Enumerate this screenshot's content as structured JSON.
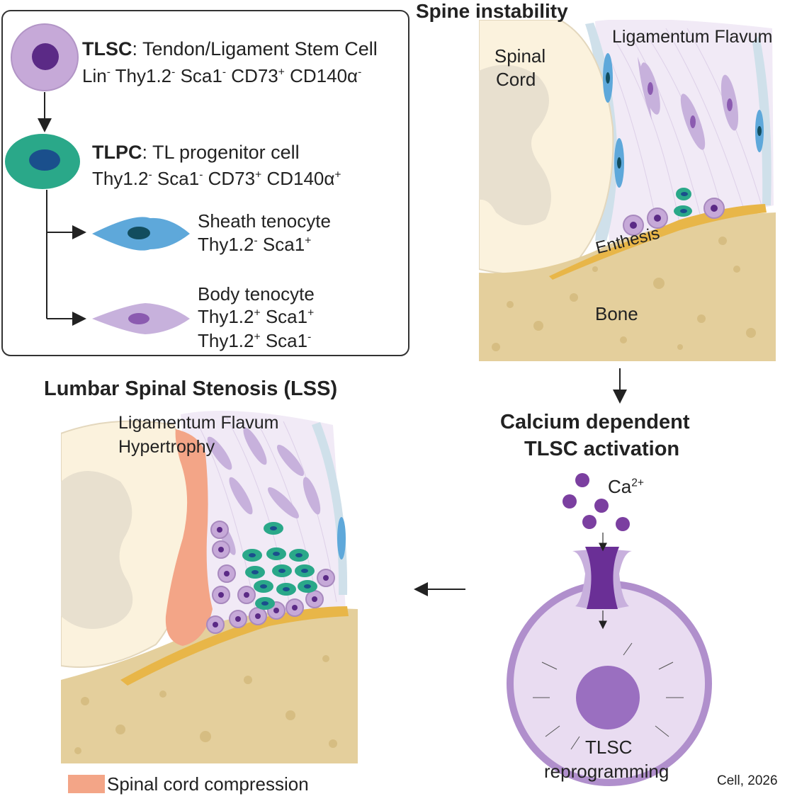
{
  "legend_box": {
    "tlsc": {
      "abbr": "TLSC",
      "desc": ": Tendon/Ligament Stem Cell",
      "markers": [
        {
          "name": "Lin",
          "sign": "-"
        },
        {
          "name": " Thy1.2",
          "sign": "-"
        },
        {
          "name": " Sca1",
          "sign": "-"
        },
        {
          "name": " CD73",
          "sign": "+"
        },
        {
          "name": " CD140α",
          "sign": "-"
        }
      ]
    },
    "tlpc": {
      "abbr": "TLPC",
      "desc": ": TL progenitor cell",
      "markers": [
        {
          "name": "Thy1.2",
          "sign": "-"
        },
        {
          "name": " Sca1",
          "sign": "-"
        },
        {
          "name": " CD73",
          "sign": "+"
        },
        {
          "name": " CD140α",
          "sign": "+"
        }
      ]
    },
    "sheath": {
      "title": "Sheath tenocyte",
      "markers": [
        {
          "name": "Thy1.2",
          "sign": "-"
        },
        {
          "name": " Sca1",
          "sign": "+"
        }
      ]
    },
    "body": {
      "title": "Body tenocyte",
      "markers_1": [
        {
          "name": "Thy1.2",
          "sign": "+"
        },
        {
          "name": " Sca1",
          "sign": "+"
        }
      ],
      "markers_2": [
        {
          "name": "Thy1.2",
          "sign": "+"
        },
        {
          "name": " Sca1",
          "sign": "-"
        }
      ]
    }
  },
  "instability": {
    "title": "Spine instability",
    "spinal_cord": "Spinal",
    "spinal_cord_2": "Cord",
    "ligamentum": "Ligamentum Flavum",
    "enthesis": "Enthesis",
    "bone": "Bone"
  },
  "activation": {
    "title_1": "Calcium dependent",
    "title_2": "TLSC activation",
    "ion": "Ca",
    "ion_charge": "2+",
    "cell_1": "TLSC",
    "cell_2": "reprogramming"
  },
  "lss": {
    "title": "Lumbar Spinal Stenosis (LSS)",
    "hyper_1": "Ligamentum Flavum",
    "hyper_2": "Hypertrophy",
    "compression": "Spinal cord compression"
  },
  "citation": "Cell, 2026",
  "colors": {
    "tlsc_outer": "#c6a9d8",
    "tlsc_nucleus": "#5b2a86",
    "tlpc": "#2aa889",
    "tlpc_nucleus": "#1a4f8c",
    "sheath": "#5ea8da",
    "body": "#c7b1dc",
    "bone": "#e4cf9c",
    "enthesis": "#e8b648",
    "cord": "#fbf2dd",
    "compression": "#f3a587",
    "calcium": "#7b3fa0"
  }
}
